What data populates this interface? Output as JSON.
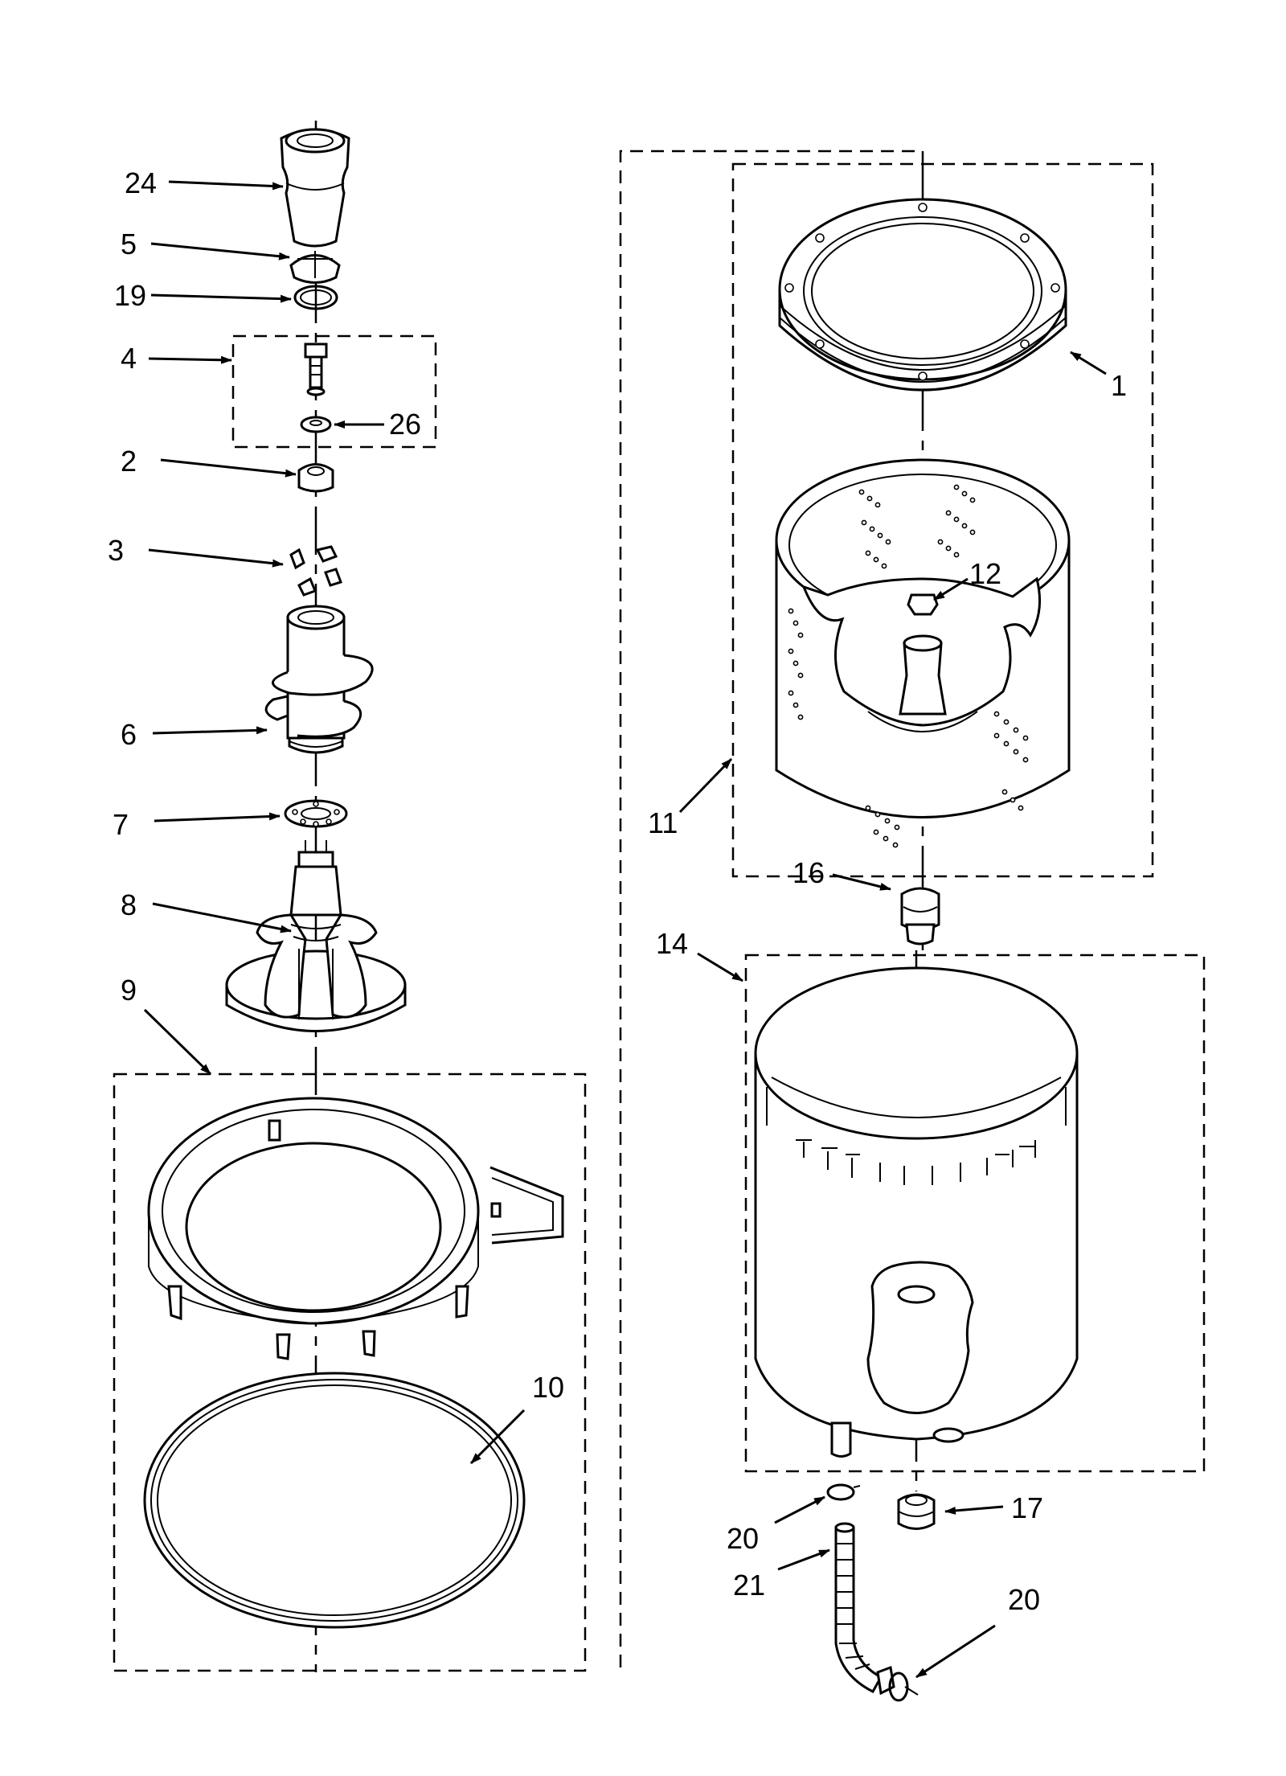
{
  "diagram": {
    "type": "exploded parts diagram",
    "callouts": {
      "c1": "1",
      "c2": "2",
      "c3": "3",
      "c4": "4",
      "c5": "5",
      "c6": "6",
      "c7": "7",
      "c8": "8",
      "c9": "9",
      "c10": "10",
      "c11": "11",
      "c12": "12",
      "c14": "14",
      "c16": "16",
      "c17": "17",
      "c19": "19",
      "c20a": "20",
      "c20b": "20",
      "c21": "21",
      "c24": "24",
      "c26": "26"
    }
  }
}
